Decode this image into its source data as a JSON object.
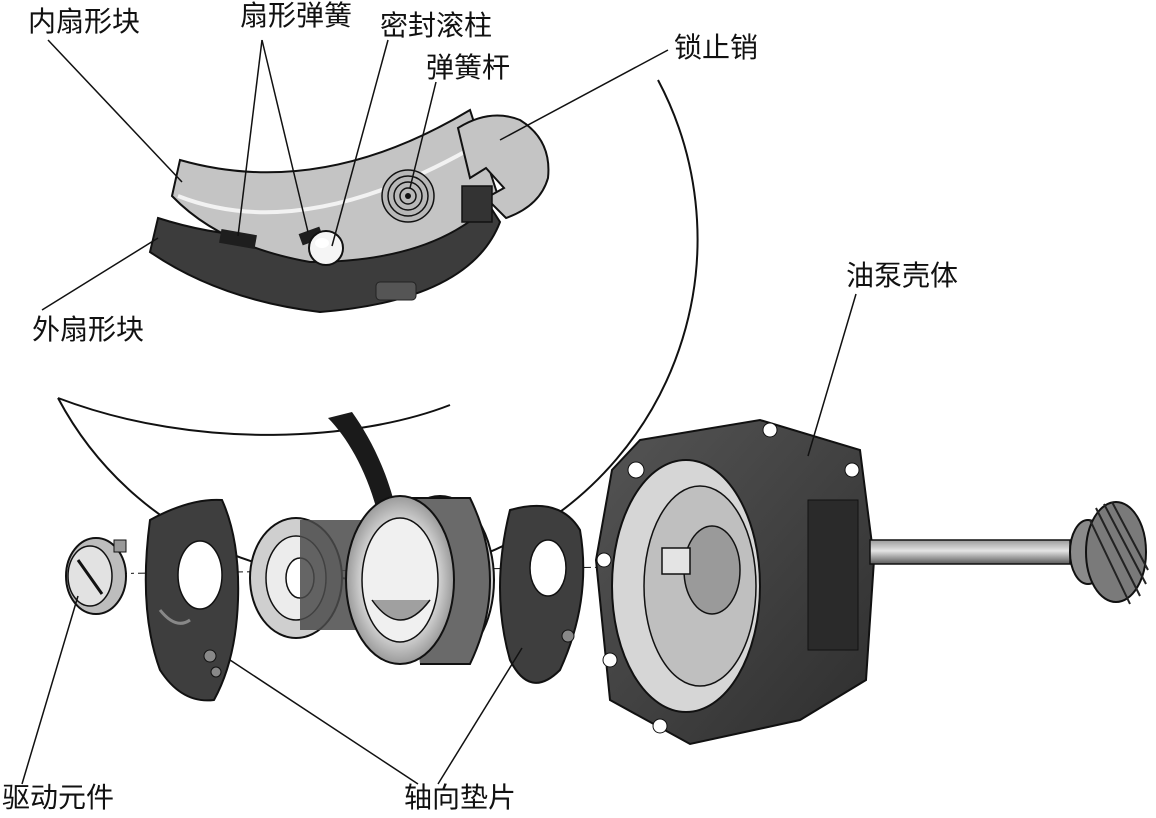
{
  "labels": {
    "inner_sector_block": "内扇形块",
    "sector_spring": "扇形弹簧",
    "seal_roller": "密封滚柱",
    "spring_rod": "弹簧杆",
    "lock_pin": "锁止销",
    "outer_sector_block": "外扇形块",
    "pump_housing": "油泵壳体",
    "drive_element": "驱动元件",
    "axial_shim": "轴向垫片"
  },
  "colors": {
    "line": "#111111",
    "dark_part": "#3c3c3c",
    "mid_part": "#7a7a7a",
    "light_part": "#c4c4c4",
    "pale_part": "#e6e6e6"
  }
}
